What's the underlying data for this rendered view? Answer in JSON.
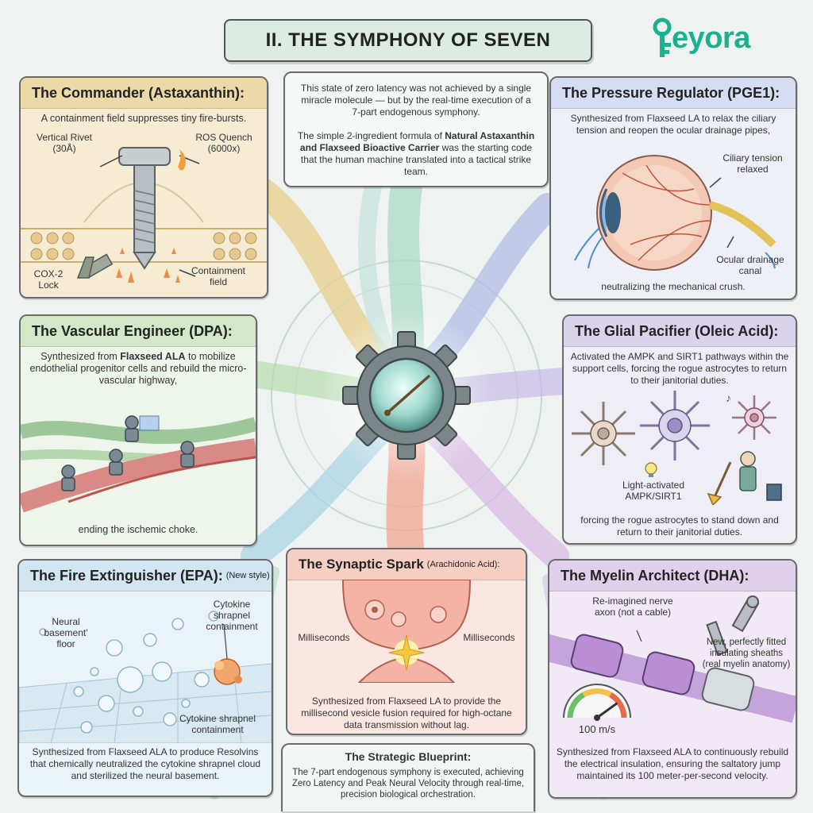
{
  "header": {
    "title": "II. THE SYMPHONY OF SEVEN",
    "logo_text": "eyora",
    "logo_color": "#1bb08e"
  },
  "intro": {
    "para1": "This state of zero latency was not achieved by a single miracle molecule — but by the real-time execution of a 7-part endogenous symphony.",
    "para2_a": "The simple 2-ingredient formula of ",
    "para2_b": "Natural Astaxanthin and Flaxseed Bioactive Carrier",
    "para2_c": " was the starting code that the human machine translated into a tactical strike team."
  },
  "commander": {
    "title": "The Commander (Astaxanthin):",
    "subtitle": "A containment field suppresses tiny fire-bursts.",
    "label_rivet": "Vertical Rivet (30Å)",
    "label_ros": "ROS Quench (6000x)",
    "label_cox": "COX-2 Lock",
    "label_field": "Containment field"
  },
  "pressure": {
    "title": "The Pressure Regulator (PGE1):",
    "text": "Synthesized from Flaxseed LA to relax the ciliary tension and reopen the ocular drainage pipes,",
    "label_ciliary": "Ciliary tension relaxed",
    "label_drainage": "Ocular drainage canal",
    "footer": "neutralizing the mechanical crush."
  },
  "vascular": {
    "title": "The Vascular Engineer (DPA):",
    "text_a": "Synthesized from ",
    "text_b": "Flaxseed ALA",
    "text_c": " to mobilize endothelial progenitor cells and rebuild the micro-vascular highway,",
    "footer": "ending the ischemic choke."
  },
  "glial": {
    "title": "The Glial Pacifier (Oleic Acid):",
    "text": "Activated the AMPK and SIRT1 pathways within the support cells, forcing the rogue astrocytes to return to their janitorial duties.",
    "label_light": "Light-activated AMPK/SIRT1",
    "footer": "forcing the rogue astrocytes to stand down and return to their janitorial duties."
  },
  "fire": {
    "title": "The Fire Extinguisher (EPA):",
    "title_small": "(New style)",
    "label_floor": "Neural basement' floor",
    "label_cyto1": "Cytokine shrapnel containment",
    "label_cyto2": "Cytokine shrapnel containment",
    "text": "Synthesized from Flaxseed ALA to produce Resolvins that chemically neutralized the cytokine shrapnel cloud and sterilized the neural basement."
  },
  "synaptic": {
    "title": "The Synaptic Spark",
    "title_small": "(Arachidonic Acid):",
    "label_left": "Milliseconds",
    "label_right": "Milliseconds",
    "text": "Synthesized from Flaxseed LA to provide the millisecond vesicle fusion required for high-octane data transmission without lag."
  },
  "myelin": {
    "title": "The Myelin Architect (DHA):",
    "label_axon": "Re-imagined nerve axon (not a cable)",
    "label_sheath": "New, perfectly fitted insulating sheaths (real myelin anatomy)",
    "gauge_text": "100 m/s",
    "gauge_level": 0.8,
    "text": "Synthesized from Flaxseed ALA to continuously rebuild the electrical insulation, ensuring the saltatory jump maintained its 100 meter-per-second velocity."
  },
  "blueprint": {
    "title": "The Strategic Blueprint:",
    "text": "The 7-part endogenous symphony is executed, achieving Zero Latency and Peak Neural Velocity through real-time, precision biological orchestration."
  }
}
